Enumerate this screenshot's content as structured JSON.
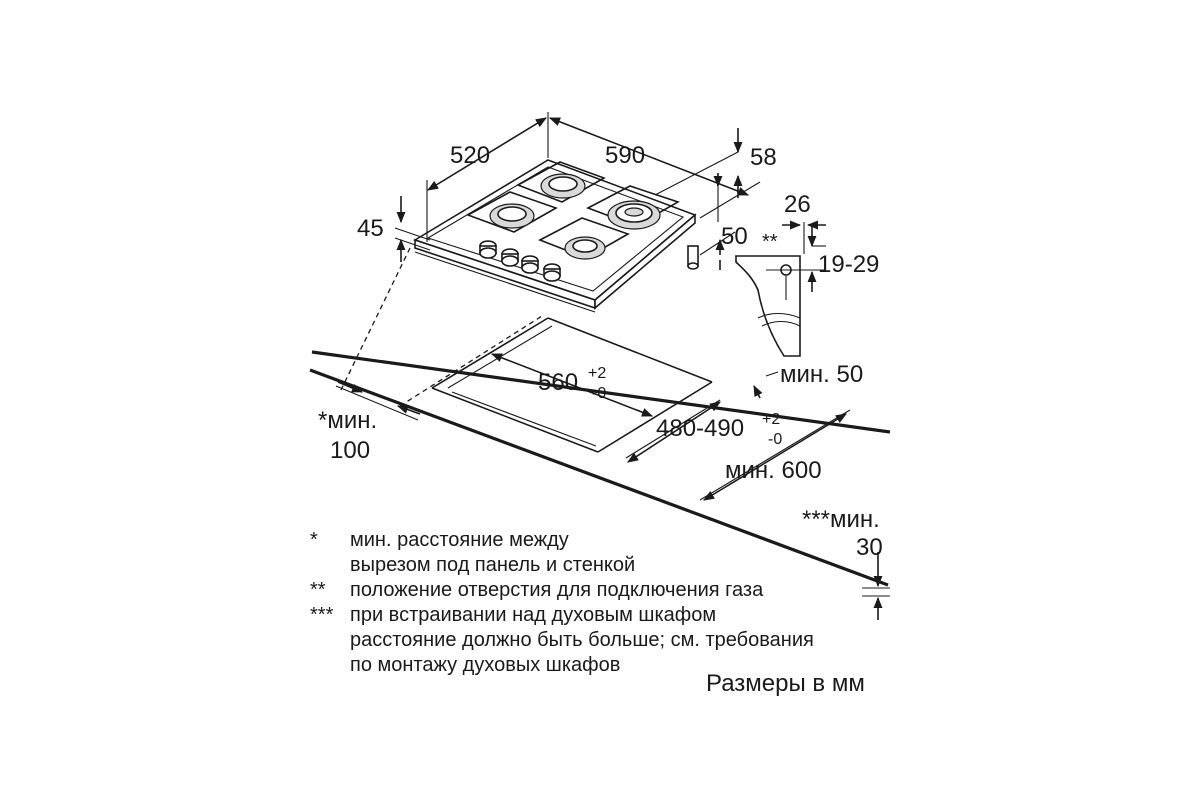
{
  "labels": {
    "width_520": "520",
    "width_590": "590",
    "height_58": "58",
    "height_45": "45",
    "depth_50": "50",
    "offset_26": "26",
    "gas_marker": "**",
    "range_19_29": "19-29",
    "cutout_560": "560",
    "cutout_560_tol_plus": "+2",
    "cutout_560_tol_minus": "-0",
    "cutout_480_490": "480-490",
    "cutout_480_tol_plus": "+2",
    "cutout_480_tol_minus": "-0",
    "min_50": "мин. 50",
    "min_100_line1": "*мин.",
    "min_100_line2": "100",
    "min_600": "мин. 600",
    "min_30_line1": "***мин.",
    "min_30_line2": "30"
  },
  "notes": [
    {
      "mark": "*",
      "lines": [
        "мин. расстояние между",
        "вырезом под панель и стенкой"
      ]
    },
    {
      "mark": "**",
      "lines": [
        "положение отверстия для подключения газа"
      ]
    },
    {
      "mark": "***",
      "lines": [
        "при встраивании над духовым шкафом",
        "расстояние должно быть больше; см. требования",
        "по монтажу духовых шкафов"
      ]
    }
  ],
  "caption": "Размеры в мм"
}
